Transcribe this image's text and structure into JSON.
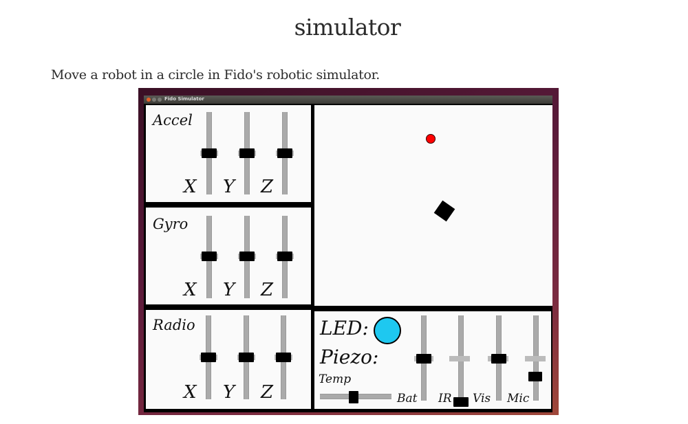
{
  "page": {
    "title": "simulator",
    "description": "Move a robot in a circle in Fido's robotic simulator."
  },
  "window": {
    "title": "Fido Simulator",
    "buttons": [
      "close",
      "minimize",
      "maximize"
    ]
  },
  "panels": {
    "accel": {
      "label": "Accel",
      "axes": [
        {
          "name": "X",
          "value": 0.5
        },
        {
          "name": "Y",
          "value": 0.5
        },
        {
          "name": "Z",
          "value": 0.5
        }
      ]
    },
    "gyro": {
      "label": "Gyro",
      "axes": [
        {
          "name": "X",
          "value": 0.5
        },
        {
          "name": "Y",
          "value": 0.5
        },
        {
          "name": "Z",
          "value": 0.5
        }
      ]
    },
    "radio": {
      "label": "Radio",
      "axes": [
        {
          "name": "X",
          "value": 0.5
        },
        {
          "name": "Y",
          "value": 0.5
        },
        {
          "name": "Z",
          "value": 0.5
        }
      ]
    }
  },
  "status": {
    "led_label": "LED:",
    "led_color": "#1ec8f0",
    "piezo_label": "Piezo:",
    "temp": {
      "label": "Temp",
      "value": 0.5
    },
    "sensors": [
      {
        "label": "Bat",
        "value": 0.5
      },
      {
        "label": "IR",
        "value": 0.0
      },
      {
        "label": "Vis",
        "value": 0.5
      },
      {
        "label": "Mic",
        "value": 0.3
      }
    ]
  },
  "world": {
    "target_color": "#ff0000",
    "robot_color": "#000000"
  }
}
